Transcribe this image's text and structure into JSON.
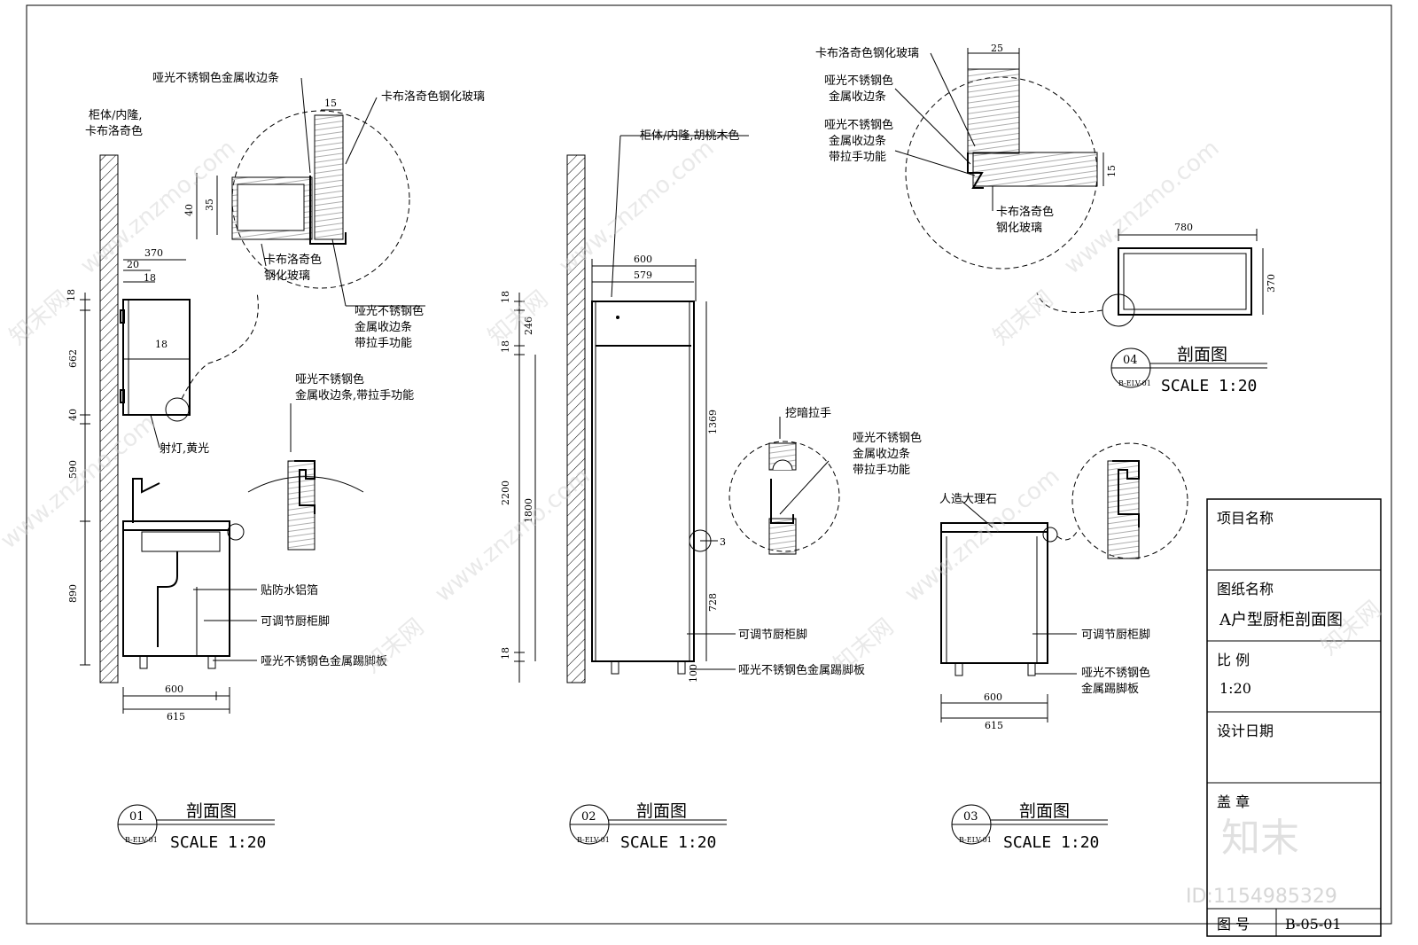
{
  "sections": {
    "s01": {
      "number": "01",
      "sheet_ref": "B-ELV-01",
      "title": "剖面图",
      "scale": "SCALE 1:20",
      "labels": {
        "top_trim": "哑光不锈钢色金属收边条",
        "glass_right": "卡布洛奇色钢化玻璃",
        "cabinet_body_1": "柜体/内隆,",
        "cabinet_body_2": "卡布洛奇色",
        "glass_bottom_1": "卡布洛奇色",
        "glass_bottom_2": "钢化玻璃",
        "trim_pull_1": "哑光不锈钢色",
        "trim_pull_2": "金属收边条",
        "trim_pull_3": "带拉手功能",
        "trim_pull_c_1": "哑光不锈钢色",
        "trim_pull_c_2": "金属收边条,带拉手功能",
        "spotlight": "射灯,黄光",
        "foil": "贴防水铝箔",
        "leg": "可调节厨柜脚",
        "kick": "哑光不锈钢色金属踢脚板"
      },
      "dims": {
        "d15": "15",
        "d35": "35",
        "d40": "40",
        "d370": "370",
        "d20": "20",
        "d18a": "18",
        "d18b": "18",
        "d18c": "18",
        "d662": "662",
        "d40b": "40",
        "d590": "590",
        "d890": "890",
        "d600": "600",
        "d615": "615"
      }
    },
    "s02": {
      "number": "02",
      "sheet_ref": "B-ELV-01",
      "title": "剖面图",
      "scale": "SCALE 1:20",
      "labels": {
        "body": "柜体/内隆,胡桃木色",
        "handle": "挖暗拉手",
        "trim_1": "哑光不锈钢色",
        "trim_2": "金属收边条",
        "trim_3": "带拉手功能",
        "leg": "可调节厨柜脚",
        "kick": "哑光不锈钢色金属踢脚板"
      },
      "dims": {
        "d600": "600",
        "d579": "579",
        "d18a": "18",
        "d246": "246",
        "d18b": "18",
        "d2200": "2200",
        "d1800": "1800",
        "d1369": "1369",
        "d728": "728",
        "d18c": "18",
        "d100": "100",
        "d3": "3"
      }
    },
    "s03": {
      "number": "03",
      "sheet_ref": "B-ELV-01",
      "title": "剖面图",
      "scale": "SCALE 1:20",
      "labels": {
        "stone": "人造大理石",
        "leg": "可调节厨柜脚",
        "kick_1": "哑光不锈钢色",
        "kick_2": "金属踢脚板"
      },
      "dims": {
        "d600": "600",
        "d615": "615"
      }
    },
    "s04": {
      "number": "04",
      "sheet_ref": "B-ELV-01",
      "title": "剖面图",
      "scale": "SCALE 1:20",
      "labels": {
        "glass_top": "卡布洛奇色钢化玻璃",
        "trim_1": "哑光不锈钢色",
        "trim_2": "金属收边条",
        "trim_pull_1": "哑光不锈钢色",
        "trim_pull_2": "金属收边条",
        "trim_pull_3": "带拉手功能",
        "glass_bottom_1": "卡布洛奇色",
        "glass_bottom_2": "钢化玻璃"
      },
      "dims": {
        "d25": "25",
        "d15": "15",
        "d780": "780",
        "d370": "370"
      }
    }
  },
  "title_block": {
    "project_name_label": "项目名称",
    "drawing_name_label": "图纸名称",
    "drawing_name_value": "A户型厨柜剖面图",
    "scale_label": "比 例",
    "scale_value": "1:20",
    "date_label": "设计日期",
    "stamp_label": "盖 章",
    "drawing_no_label": "图 号",
    "drawing_no_value": "B-05-01"
  },
  "watermark": {
    "site": "www.znzmo.com",
    "brand": "知末网",
    "logo": "知末",
    "id": "ID:1154985329"
  }
}
